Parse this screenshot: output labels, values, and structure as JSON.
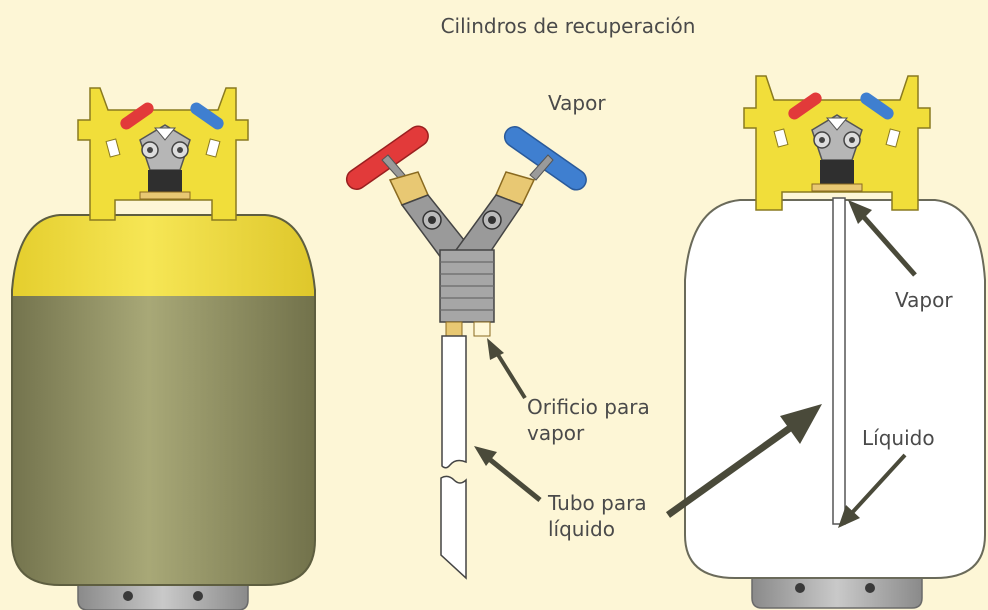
{
  "title": "Cilindros de recuperación",
  "labels": {
    "valve_vapor": "Vapor",
    "orifice_line1": "Orificio para",
    "orifice_line2": "vapor",
    "tube_line1": "Tubo para",
    "tube_line2": "líquido",
    "right_vapor": "Vapor",
    "right_liquid": "Líquido"
  },
  "colors": {
    "background": "#fdf6d6",
    "cylinder_yellow": "#f1de3a",
    "cylinder_olive": "#9b9b6a",
    "cylinder_outline": "#7a7a55",
    "valve_body": "#9a9a9a",
    "red_handle": "#e23a3a",
    "blue_handle": "#3f7fd0",
    "fitting_brass": "#e8c873",
    "arrow": "#4a4a3a",
    "text": "#4a4a4a"
  }
}
